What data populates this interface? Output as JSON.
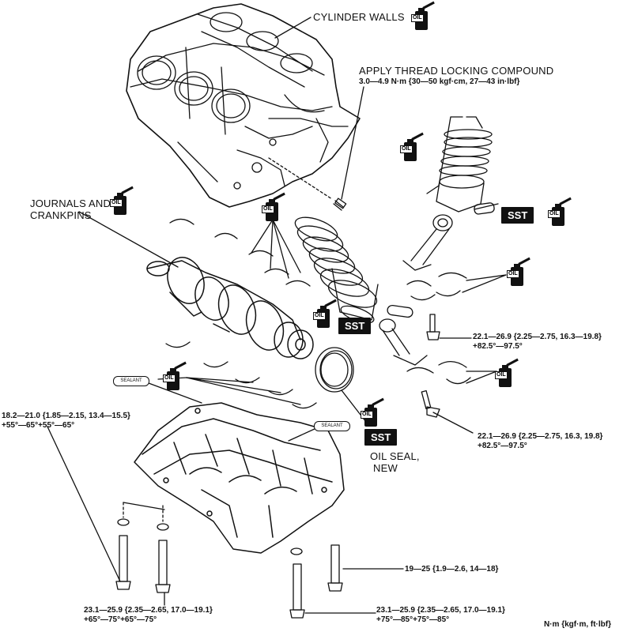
{
  "labels": {
    "cylinder_walls": "CYLINDER WALLS",
    "apply_thread": "APPLY THREAD LOCKING COMPOUND",
    "apply_thread_torque": "3.0—4.9 N·m {30—50 kgf·cm, 27—43 in·lbf}",
    "journals_line1": "JOURNALS AND",
    "journals_line2": "CRANKPINS",
    "rod_torque_a1": "22.1—26.9 {2.25—2.75, 16.3—19.8}",
    "rod_torque_a2": "+82.5°—97.5°",
    "rod_torque_b1": "22.1—26.9 {2.25—2.75, 16.3, 19.8}",
    "rod_torque_b2": "+82.5°—97.5°",
    "left_torque1": "18.2—21.0 {1.85—2.15, 13.4—15.5}",
    "left_torque2": "+55°—65°+55°—65°",
    "oil_seal1": "OIL SEAL,",
    "oil_seal2": "NEW",
    "right_bolt_torque": "19—25 {1.9—2.6, 14—18}",
    "bottom_left1": "23.1—25.9 {2.35—2.65, 17.0—19.1}",
    "bottom_left2": "+65°—75°+65°—75°",
    "bottom_mid1": "23.1—25.9 {2.35—2.65, 17.0—19.1}",
    "bottom_mid2": "+75°—85°+75°—85°",
    "units": "N·m {kgf·m, ft·lbf}"
  },
  "sst_label": "SST",
  "oil_label": "OIL",
  "sealant_label": "SEALANT",
  "colors": {
    "ink": "#111111",
    "paper": "#ffffff"
  }
}
